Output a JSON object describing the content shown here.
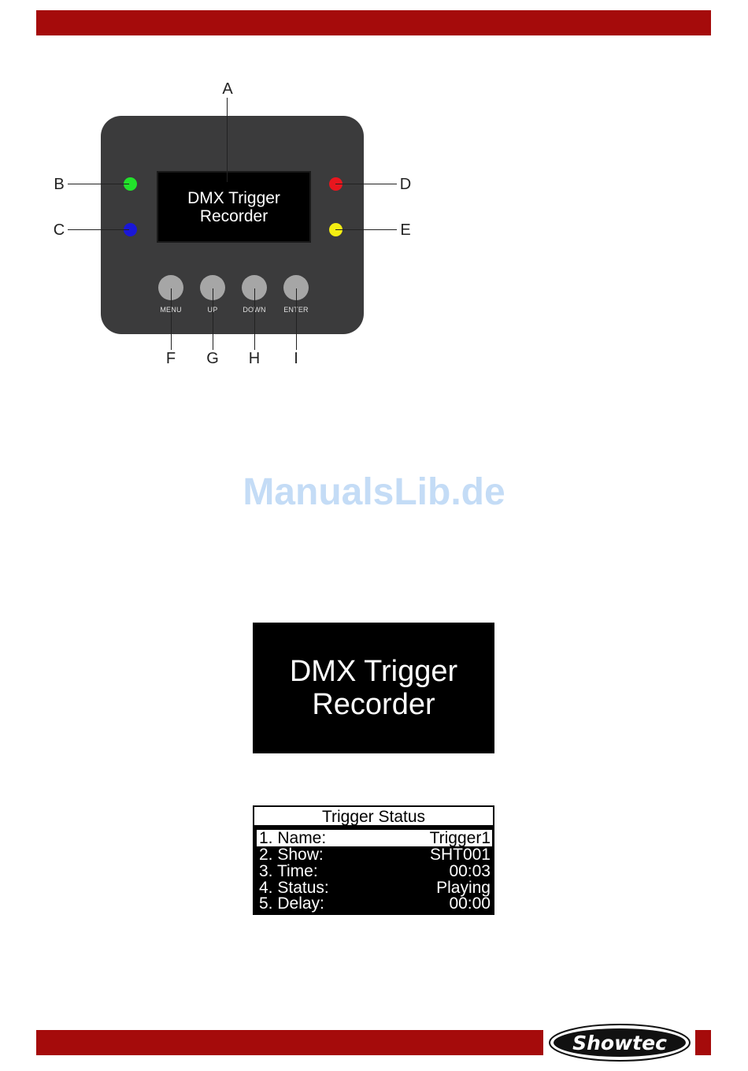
{
  "diagram": {
    "screen_text": [
      "DMX Trigger",
      "Recorder"
    ],
    "callouts": [
      "A",
      "B",
      "C",
      "D",
      "E",
      "F",
      "G",
      "H",
      "I"
    ],
    "leds": [
      {
        "label": "B",
        "color": "#22e22b"
      },
      {
        "label": "C",
        "color": "#1a17d8"
      },
      {
        "label": "D",
        "color": "#e8161e"
      },
      {
        "label": "E",
        "color": "#f4ee12"
      }
    ],
    "buttons": [
      {
        "label": "MENU",
        "callout": "F"
      },
      {
        "label": "UP",
        "callout": "G"
      },
      {
        "label": "DOWN",
        "callout": "H"
      },
      {
        "label": "ENTER",
        "callout": "I"
      }
    ]
  },
  "watermark": "ManualsLib.de",
  "display_large": {
    "line1": "DMX Trigger",
    "line2": "Recorder"
  },
  "trigger_status": {
    "title": "Trigger Status",
    "rows": [
      {
        "key": "1. Name:",
        "value": "Trigger1"
      },
      {
        "key": "2. Show:",
        "value": "SHT001"
      },
      {
        "key": "3. Time:",
        "value": "00:03"
      },
      {
        "key": "4. Status:",
        "value": "Playing"
      },
      {
        "key": "5. Delay:",
        "value": "00:00"
      }
    ]
  },
  "brand": {
    "logo_text": "Showtec",
    "accent": "#a50b0b"
  }
}
